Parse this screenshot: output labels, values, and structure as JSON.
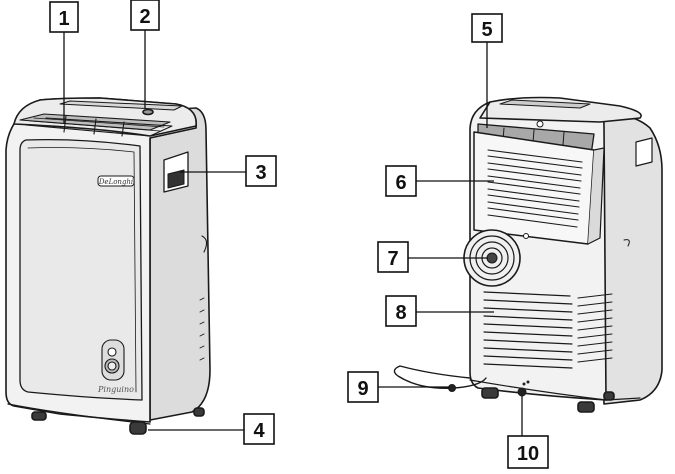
{
  "brand_text": "DeLonghi",
  "model_text": "Pinguino",
  "colors": {
    "outline": "#1a1a1a",
    "body_fill": "#f2f2f2",
    "panel_fill": "#e9e9e9",
    "shadow_fill": "#cfcfcf",
    "label_border": "#111111"
  },
  "callouts": [
    {
      "id": "c1",
      "number": "1",
      "part": "front-top-air-outlet"
    },
    {
      "id": "c2",
      "number": "2",
      "part": "control-panel"
    },
    {
      "id": "c3",
      "number": "3",
      "part": "side-handle"
    },
    {
      "id": "c4",
      "number": "4",
      "part": "castor-wheel"
    },
    {
      "id": "c5",
      "number": "5",
      "part": "air-filter"
    },
    {
      "id": "c6",
      "number": "6",
      "part": "upper-air-intake-grille"
    },
    {
      "id": "c7",
      "number": "7",
      "part": "hose-outlet"
    },
    {
      "id": "c8",
      "number": "8",
      "part": "lower-air-intake-grille"
    },
    {
      "id": "c9",
      "number": "9",
      "part": "power-cable"
    },
    {
      "id": "c10",
      "number": "10",
      "part": "drain-plug"
    }
  ]
}
